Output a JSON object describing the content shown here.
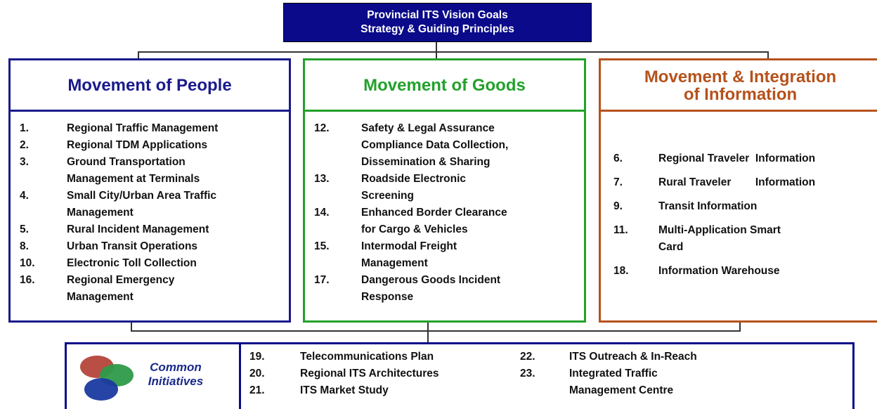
{
  "header": {
    "line1": "Provincial ITS Vision Goals",
    "line2": "Strategy & Guiding Principles"
  },
  "columns": [
    {
      "title": "Movement of People",
      "color": "#1a1a8c",
      "items": [
        {
          "num": "1.",
          "lines": [
            "Regional Traffic Management"
          ]
        },
        {
          "num": "2.",
          "lines": [
            "Regional TDM Applications"
          ]
        },
        {
          "num": "3.",
          "lines": [
            "Ground Transportation",
            "Management at Terminals"
          ]
        },
        {
          "num": "4.",
          "lines": [
            "Small City/Urban Area Traffic",
            "Management"
          ]
        },
        {
          "num": "5.",
          "lines": [
            "Rural Incident Management"
          ]
        },
        {
          "num": "8.",
          "lines": [
            "Urban Transit Operations"
          ]
        },
        {
          "num": "10.",
          "lines": [
            "Electronic Toll Collection"
          ]
        },
        {
          "num": "16.",
          "lines": [
            "Regional Emergency",
            "Management"
          ]
        }
      ]
    },
    {
      "title": "Movement of Goods",
      "color": "#23a12b",
      "items": [
        {
          "num": "12.",
          "lines": [
            "Safety & Legal Assurance",
            "Compliance Data Collection,",
            "Dissemination & Sharing"
          ]
        },
        {
          "num": "13.",
          "lines": [
            "Roadside Electronic",
            "Screening"
          ]
        },
        {
          "num": "14.",
          "lines": [
            "Enhanced Border Clearance",
            "for Cargo & Vehicles"
          ]
        },
        {
          "num": "15.",
          "lines": [
            "Intermodal Freight",
            "Management"
          ]
        },
        {
          "num": "17.",
          "lines": [
            "Dangerous Goods Incident",
            "Response"
          ]
        }
      ]
    },
    {
      "title_line1": "Movement & Integration",
      "title_line2": "of Information",
      "color": "#b5521c",
      "items": [
        {
          "num": "6.",
          "lines": [
            "Regional Traveler  Information"
          ]
        },
        {
          "num": "7.",
          "lines": [
            "Rural Traveler        Information"
          ]
        },
        {
          "num": "9.",
          "lines": [
            "Transit Information"
          ]
        },
        {
          "num": "11.",
          "lines": [
            "Multi-Application Smart",
            "Card"
          ]
        },
        {
          "num": "18.",
          "lines": [
            "Information Warehouse"
          ]
        }
      ]
    }
  ],
  "common": {
    "label_line1": "Common",
    "label_line2": "Initiatives",
    "logo_colors": [
      "#b5443a",
      "#2e9a4a",
      "#1a3aa0"
    ],
    "items": [
      {
        "num": "19.",
        "lines": [
          "Telecommunications Plan"
        ]
      },
      {
        "num": "20.",
        "lines": [
          "Regional ITS Architectures"
        ]
      },
      {
        "num": "21.",
        "lines": [
          "ITS Market Study"
        ]
      },
      {
        "num": "22.",
        "lines": [
          "ITS Outreach & In-Reach"
        ]
      },
      {
        "num": "23.",
        "lines": [
          "Integrated Traffic",
          "Management Centre"
        ]
      }
    ]
  }
}
